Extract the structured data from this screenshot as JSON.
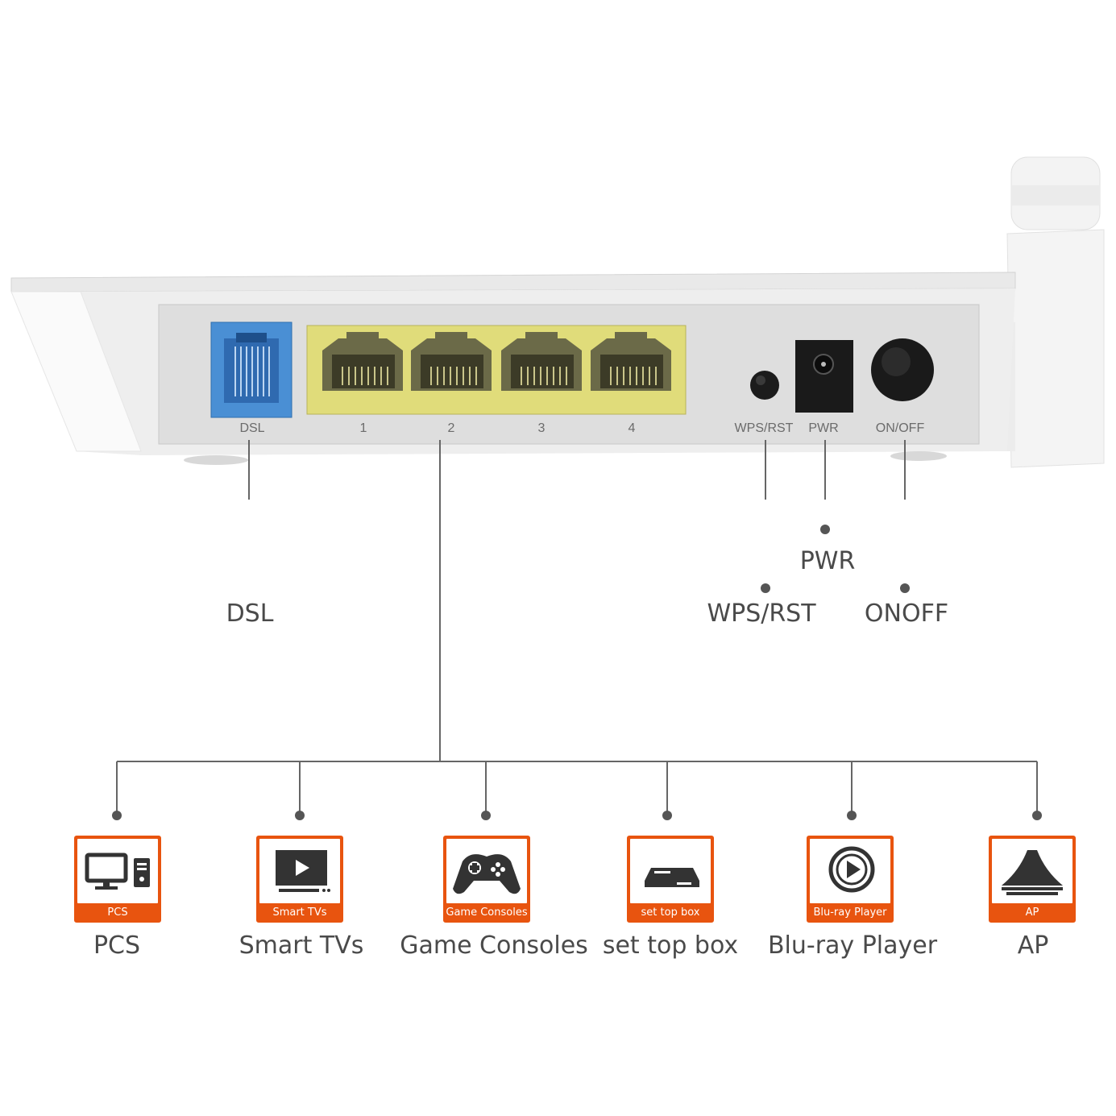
{
  "router_panel": {
    "dsl_port_label": "DSL",
    "lan_port_labels": [
      "1",
      "2",
      "3",
      "4"
    ],
    "wps_button_label": "WPS/RST",
    "power_jack_label": "PWR",
    "power_switch_label": "ON/OFF"
  },
  "callouts": {
    "dsl": "DSL",
    "pwr": "PWR",
    "wps": "WPS/RST",
    "onoff": "ONOFF"
  },
  "devices": [
    {
      "tag": "PCS",
      "label": "PCS",
      "icon": "pc-icon"
    },
    {
      "tag": "Smart TVs",
      "label": "Smart TVs",
      "icon": "tv-icon"
    },
    {
      "tag": "Game Consoles",
      "label": "Game Consoles",
      "icon": "gamepad-icon"
    },
    {
      "tag": "set top box",
      "label": "set top box",
      "icon": "set-top-box-icon"
    },
    {
      "tag": "Blu-ray Player",
      "label": "Blu-ray Player",
      "icon": "play-icon"
    },
    {
      "tag": "AP",
      "label": "AP",
      "icon": "access-point-icon"
    }
  ],
  "colors": {
    "accent": "#e8540f",
    "dsl_port": "#4a8fd4",
    "lan_block": "#e0dc7a",
    "line": "#666666",
    "text": "#4a4a4a"
  }
}
